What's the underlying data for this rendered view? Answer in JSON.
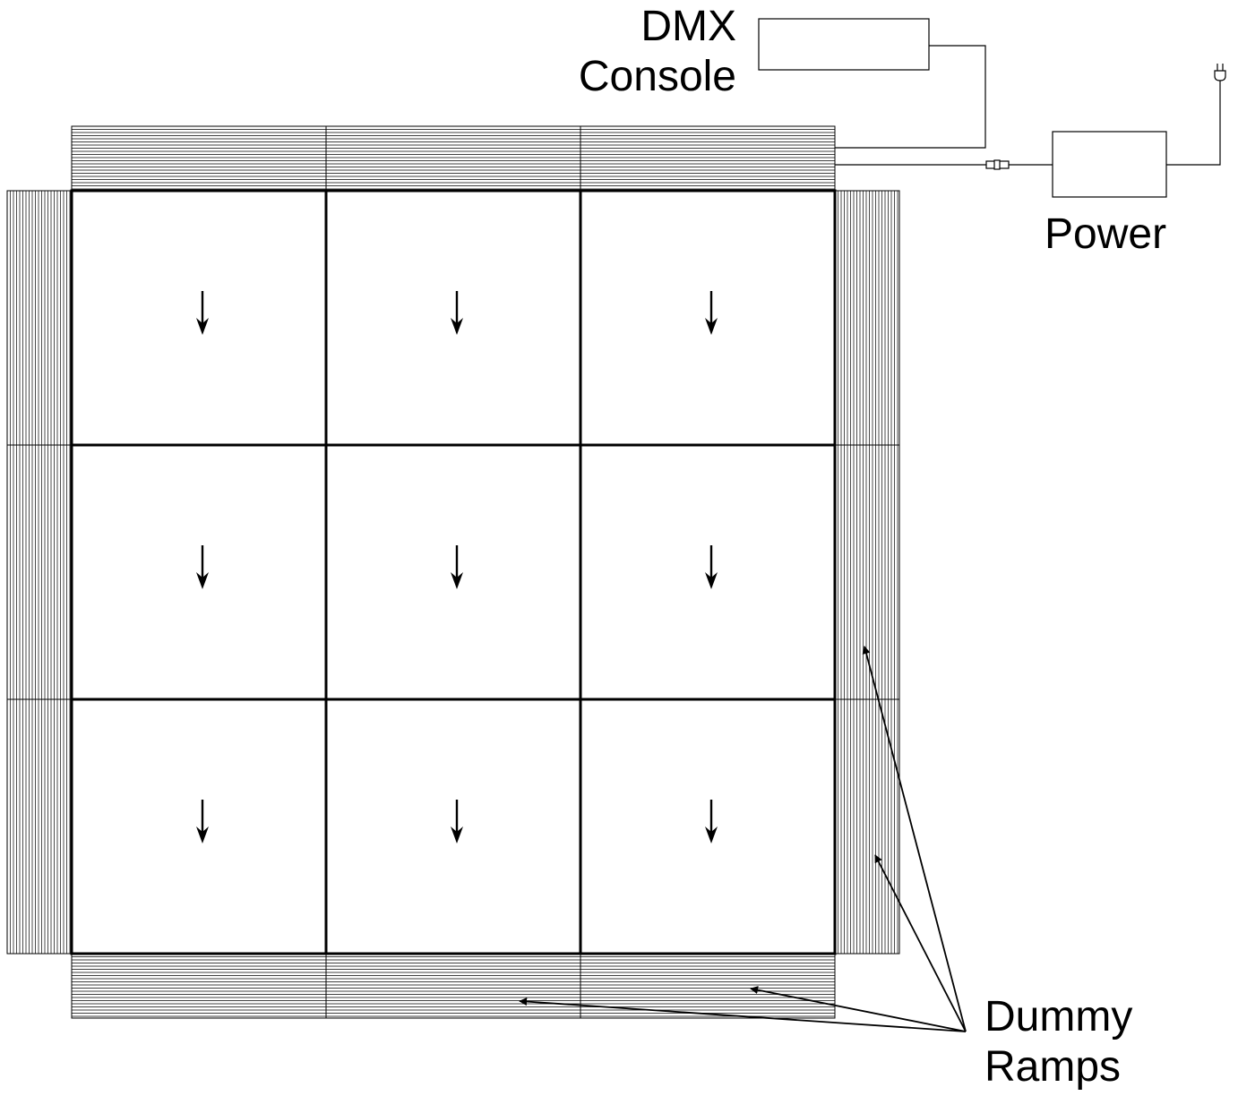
{
  "labels": {
    "dmx_console": [
      "DMX",
      "Console"
    ],
    "power": "Power",
    "dummy_ramps": [
      "Dummy",
      "Ramps"
    ]
  },
  "floor": {
    "rows": 3,
    "cols": 3,
    "panel_arrow": "down-arrow-icon"
  },
  "colors": {
    "line": "#000000",
    "background": "#ffffff"
  }
}
